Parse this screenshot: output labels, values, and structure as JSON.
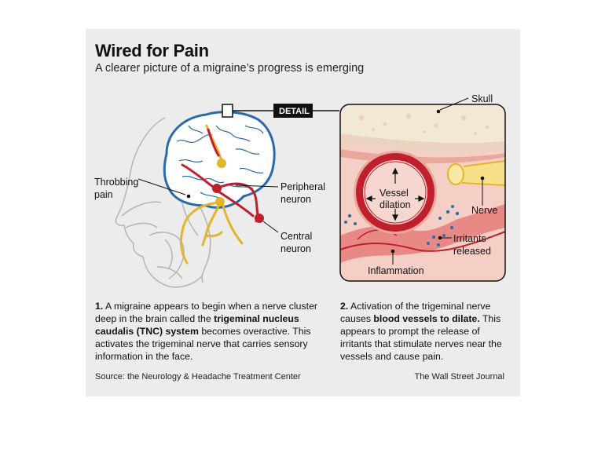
{
  "header": {
    "title": "Wired for Pain",
    "subtitle": "A clearer picture of a migraine’s progress is emerging"
  },
  "diagram": {
    "detail_tag": "DETAIL",
    "left_labels": {
      "throbbing_1": "Throbbing",
      "throbbing_2": "pain",
      "peripheral_1": "Peripheral",
      "peripheral_2": "neuron",
      "central_1": "Central",
      "central_2": "neuron"
    },
    "right_labels": {
      "skull": "Skull",
      "vessel_1": "Vessel",
      "vessel_2": "dilation",
      "nerve": "Nerve",
      "irritants_1": "Irritants",
      "irritants_2": "released",
      "inflammation": "Inflammation"
    },
    "colors": {
      "nerve_yellow": "#e2b52a",
      "vessel_red": "#c0202b",
      "skin_pink": "#f5cfc6",
      "brain_blue": "#2b6aa8",
      "irritant_blue": "#2a6fa8"
    }
  },
  "captions": {
    "step1": {
      "num": "1.",
      "t1": " A migraine appears to begin when a nerve cluster deep in the brain called the ",
      "b1": "trigeminal nucleus caudalis (TNC) system",
      "t2": " becomes overactive. This activates the trigeminal nerve that carries sensory information in the face."
    },
    "step2": {
      "num": "2.",
      "t1": " Activation of the trigeminal nerve causes ",
      "b1": "blood vessels to dilate.",
      "t2": " This appears to prompt the release of irritants that stimulate nerves near the vessels and cause pain."
    }
  },
  "footer": {
    "source": "Source: the Neurology & Headache Treatment Center",
    "credit": "The Wall Street Journal"
  }
}
